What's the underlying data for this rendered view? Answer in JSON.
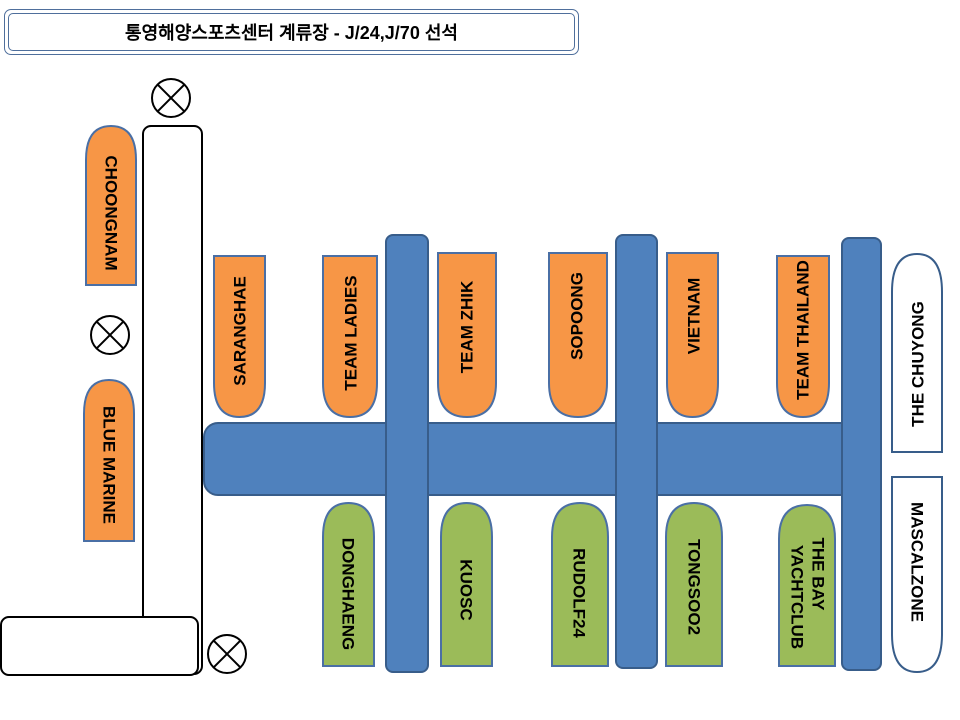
{
  "title": "통영해양스포츠센터 계류장 - J/24,J/70 선석",
  "colors": {
    "orange": "#f79646",
    "green": "#9bbb59",
    "pier_blue": "#4f81bd",
    "pier_outline": "#385d8a",
    "white_boat": "#ffffff"
  },
  "boats": {
    "choongnam": "CHOONGNAM",
    "blue_marine": "BLUE MARINE",
    "saranghae": "SARANGHAE",
    "team_ladies": "TEAM LADIES",
    "team_zhik": "TEAM ZHIK",
    "sopoong": "SOPOONG",
    "vietnam": "VIETNAM",
    "team_thailand": "TEAM THAILAND",
    "the_chuyong": "THE CHUYONG",
    "mascalzone": "MASCALZONE",
    "donghaeng": "DONGHAENG",
    "kuosc": "KUOSC",
    "rudolf24": "RUDOLF24",
    "tongsoo2": "TONGSOO2",
    "the_bay_line1": "THE BAY",
    "the_bay_line2": "YACHTCLUB"
  },
  "icons": {
    "mooring": "crossed-circle-icon"
  }
}
